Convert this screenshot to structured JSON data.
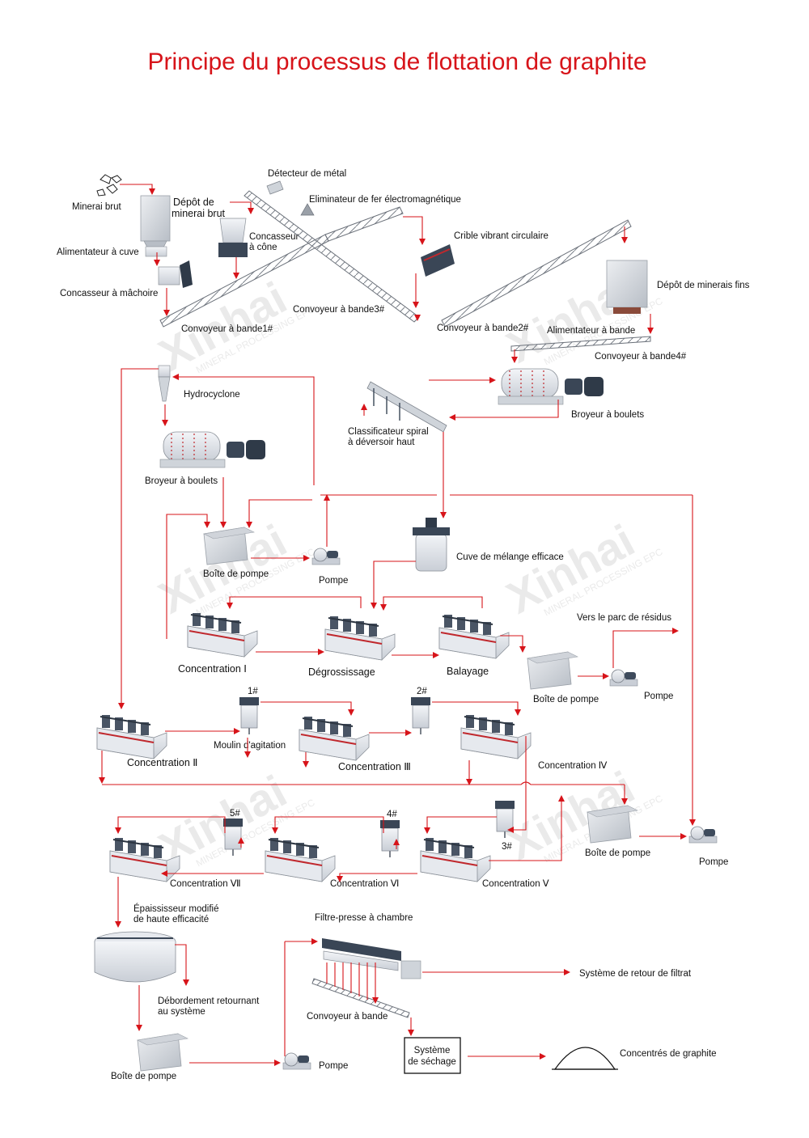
{
  "title": "Principe du processus de flottation de graphite",
  "labels": {
    "minerai_brut": "Minerai brut",
    "depot_minerai_brut_1": "Dépôt de",
    "depot_minerai_brut_2": "minerai brut",
    "alimentateur_cuve": "Alimentateur à cuve",
    "concasseur_machoire": "Concasseur à mâchoire",
    "detecteur_metal": "Détecteur de métal",
    "eliminateur_fer": "Eliminateur de fer électromagnétique",
    "concasseur_cone_1": "Concasseur",
    "concasseur_cone_2": "à cône",
    "convoyeur_bande3": "Convoyeur à bande3#",
    "convoyeur_bande1": "Convoyeur à bande1#",
    "crible_vibrant": "Crible vibrant circulaire",
    "convoyeur_bande2": "Convoyeur à bande2#",
    "depot_minerais_fins": "Dépôt de minerais fins",
    "alimentateur_bande": "Alimentateur à bande",
    "convoyeur_bande4": "Convoyeur à bande4#",
    "hydrocyclone": "Hydrocyclone",
    "broyeur_boulets_1": "Broyeur à boulets",
    "broyeur_boulets_2": "Broyeur à boulets",
    "classificateur_1": "Classificateur spiral",
    "classificateur_2": "à déversoir haut",
    "boite_pompe_1": "Boîte de pompe",
    "pompe_1": "Pompe",
    "cuve_melange": "Cuve de mélange efficace",
    "concentration_1": "Concentration Ⅰ",
    "degrossissage": "Dégrossissage",
    "balayage": "Balayage",
    "vers_parc": "Vers le parc de résidus",
    "boite_pompe_2": "Boîte de pompe",
    "pompe_2": "Pompe",
    "mark_1": "1#",
    "mark_2": "2#",
    "mark_3": "3#",
    "mark_4": "4#",
    "mark_5": "5#",
    "moulin_agitation": "Moulin d'agitation",
    "concentration_2": "Concentration Ⅱ",
    "concentration_3": "Concentration Ⅲ",
    "concentration_4": "Concentration Ⅳ",
    "boite_pompe_3": "Boîte de pompe",
    "pompe_3": "Pompe",
    "concentration_7": "Concentration Ⅶ",
    "concentration_6": "Concentration Ⅵ",
    "concentration_5": "Concentration Ⅴ",
    "epaississeur_1": "Épaississeur modifié",
    "epaississeur_2": "de haute efficacité",
    "filtre_presse": "Filtre-presse à chambre",
    "systeme_retour": "Système de retour de filtrat",
    "debordement_1": "Débordement retournant",
    "debordement_2": "au système",
    "convoyeur_bande": "Convoyeur à bande",
    "boite_pompe_4": "Boîte de pompe",
    "pompe_4": "Pompe",
    "sechage_1": "Système",
    "sechage_2": "de séchage",
    "concentres": "Concentrés de graphite"
  },
  "watermark": {
    "brand": "Xinhai",
    "sub": "MINERAL PROCESSING EPC"
  },
  "colors": {
    "title": "#d7141a",
    "flow": "#d7141a",
    "machine_body": "#dfe3e8",
    "machine_dark": "#3a4656",
    "text": "#111111"
  }
}
